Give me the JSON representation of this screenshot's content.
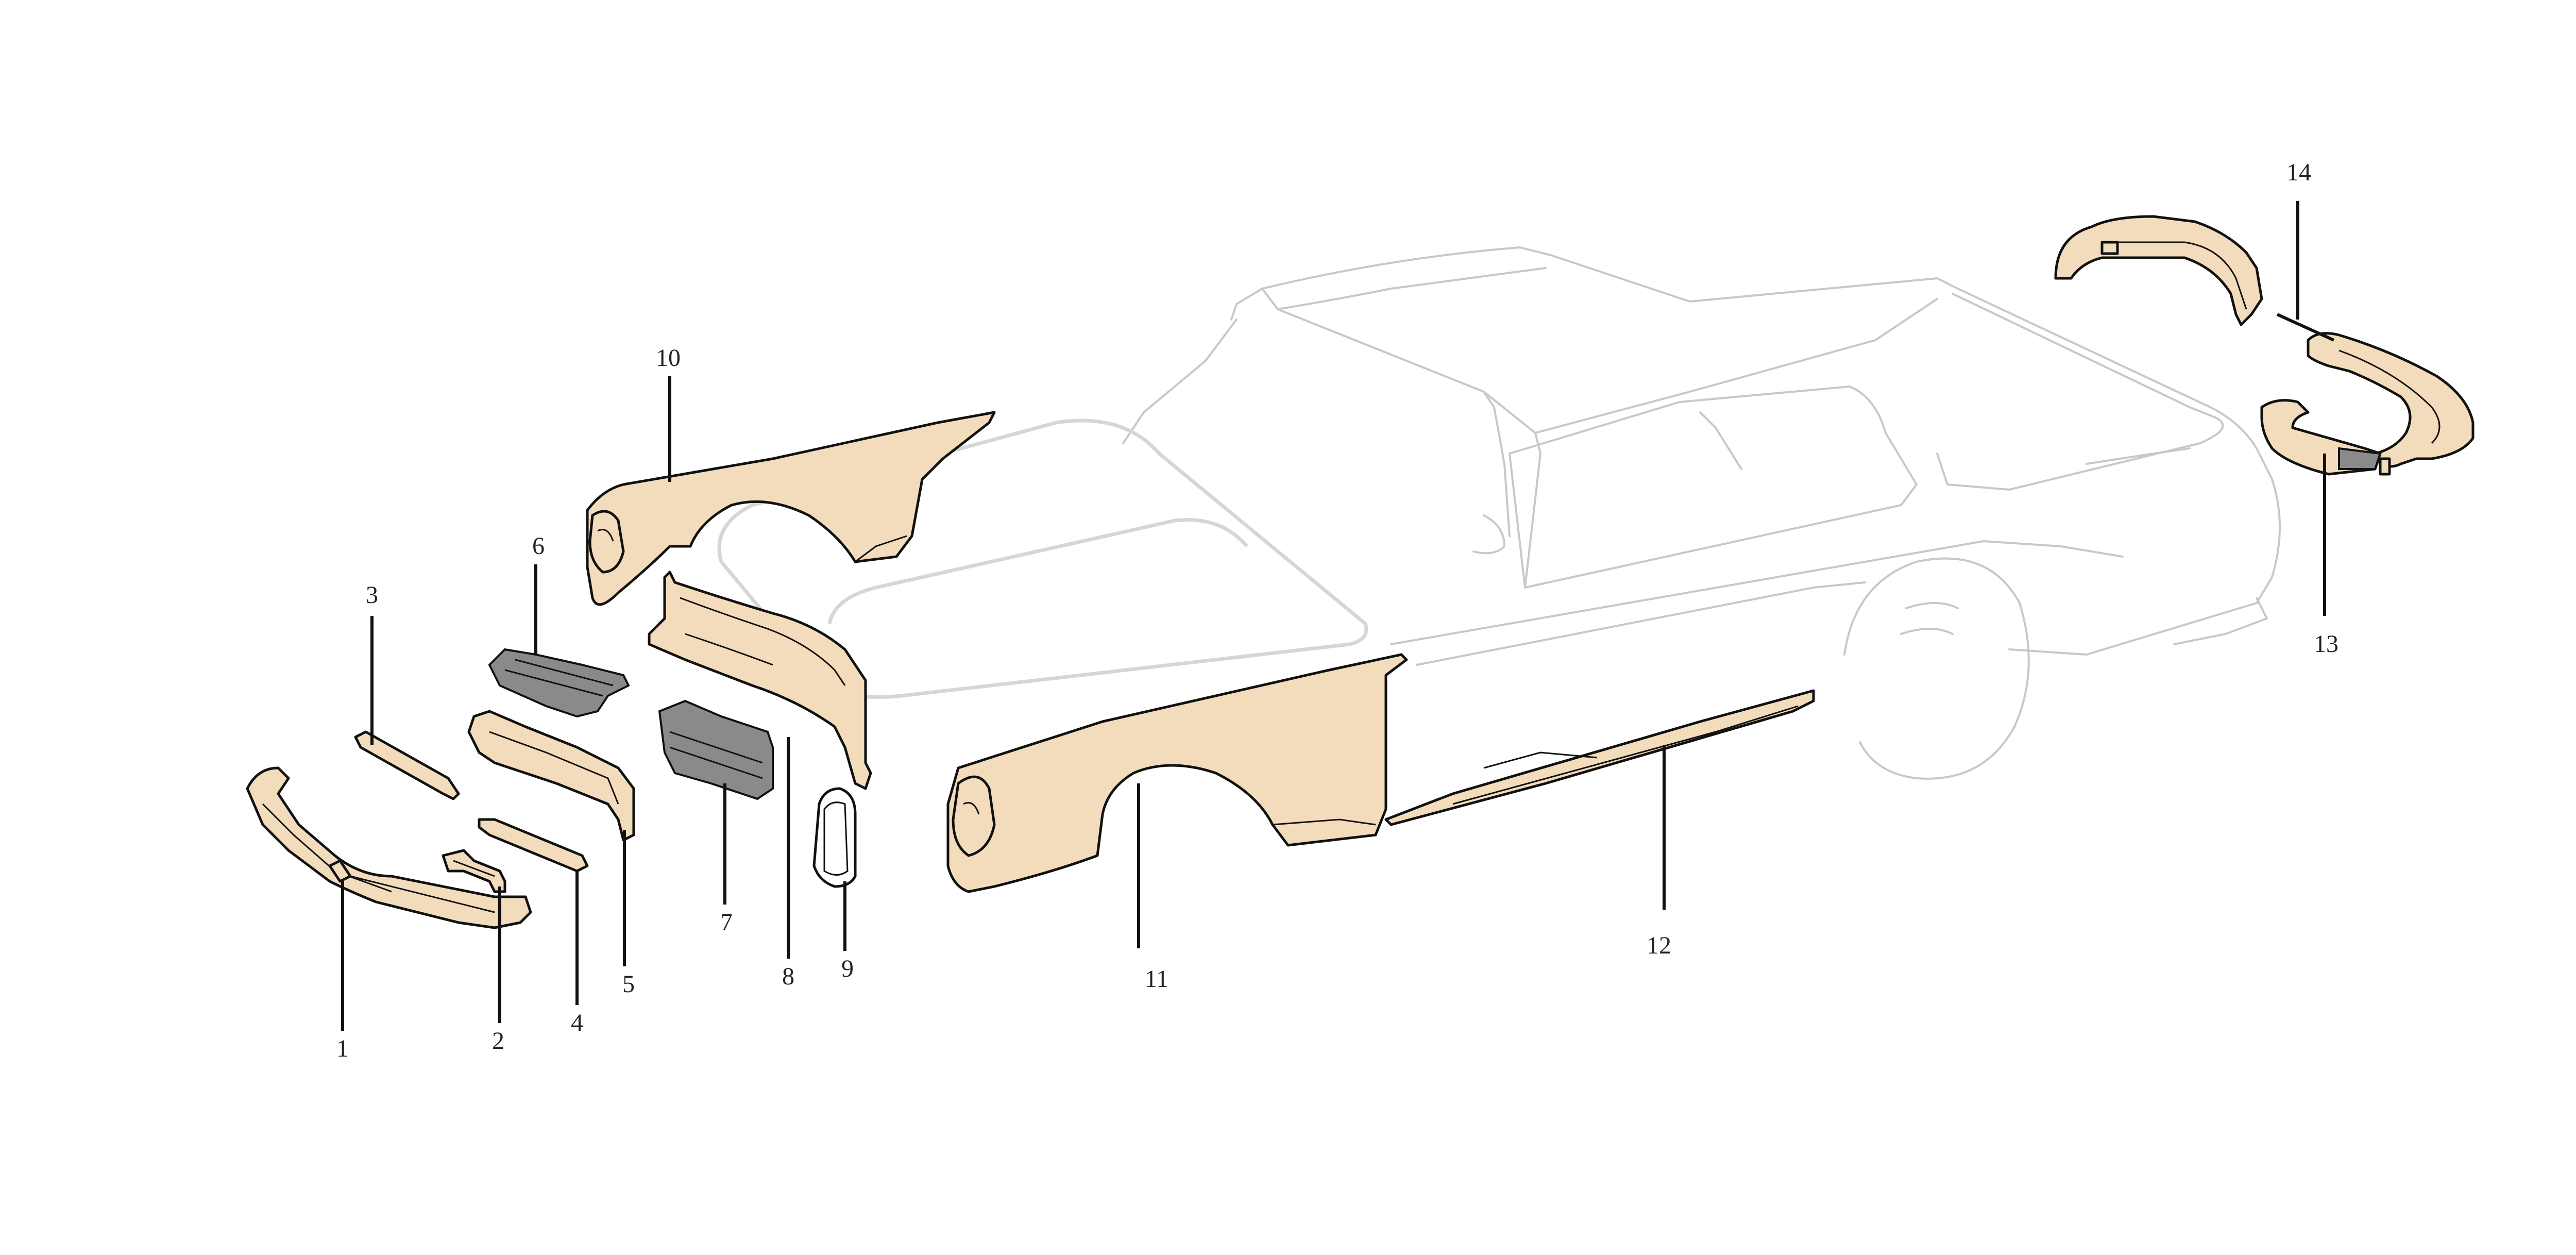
{
  "diagram": {
    "colors": {
      "part_fill": "#f3dcbc",
      "grille_fill": "#8a8a8a",
      "outline": "#111111",
      "vehicle_outline": "#c8c8c8",
      "background": "#ffffff"
    },
    "callouts": [
      {
        "id": "1",
        "label": "1",
        "part": "front-bumper"
      },
      {
        "id": "2",
        "label": "2",
        "part": "license-plate-bracket"
      },
      {
        "id": "3",
        "label": "3",
        "part": "upper-grille-molding"
      },
      {
        "id": "4",
        "label": "4",
        "part": "lower-grille-molding"
      },
      {
        "id": "5",
        "label": "5",
        "part": "grille-surround"
      },
      {
        "id": "6",
        "label": "6",
        "part": "grille-insert-left"
      },
      {
        "id": "7",
        "label": "7",
        "part": "grille-insert-right"
      },
      {
        "id": "8",
        "label": "8",
        "part": "front-header-panel"
      },
      {
        "id": "9",
        "label": "9",
        "part": "headlamp-bezel"
      },
      {
        "id": "10",
        "label": "10",
        "part": "front-fender-left"
      },
      {
        "id": "11",
        "label": "11",
        "part": "front-fender-right"
      },
      {
        "id": "12",
        "label": "12",
        "part": "rocker-panel"
      },
      {
        "id": "13",
        "label": "13",
        "part": "rear-bumper-bracket"
      },
      {
        "id": "14",
        "label": "14",
        "part": "rear-bumper"
      }
    ]
  }
}
